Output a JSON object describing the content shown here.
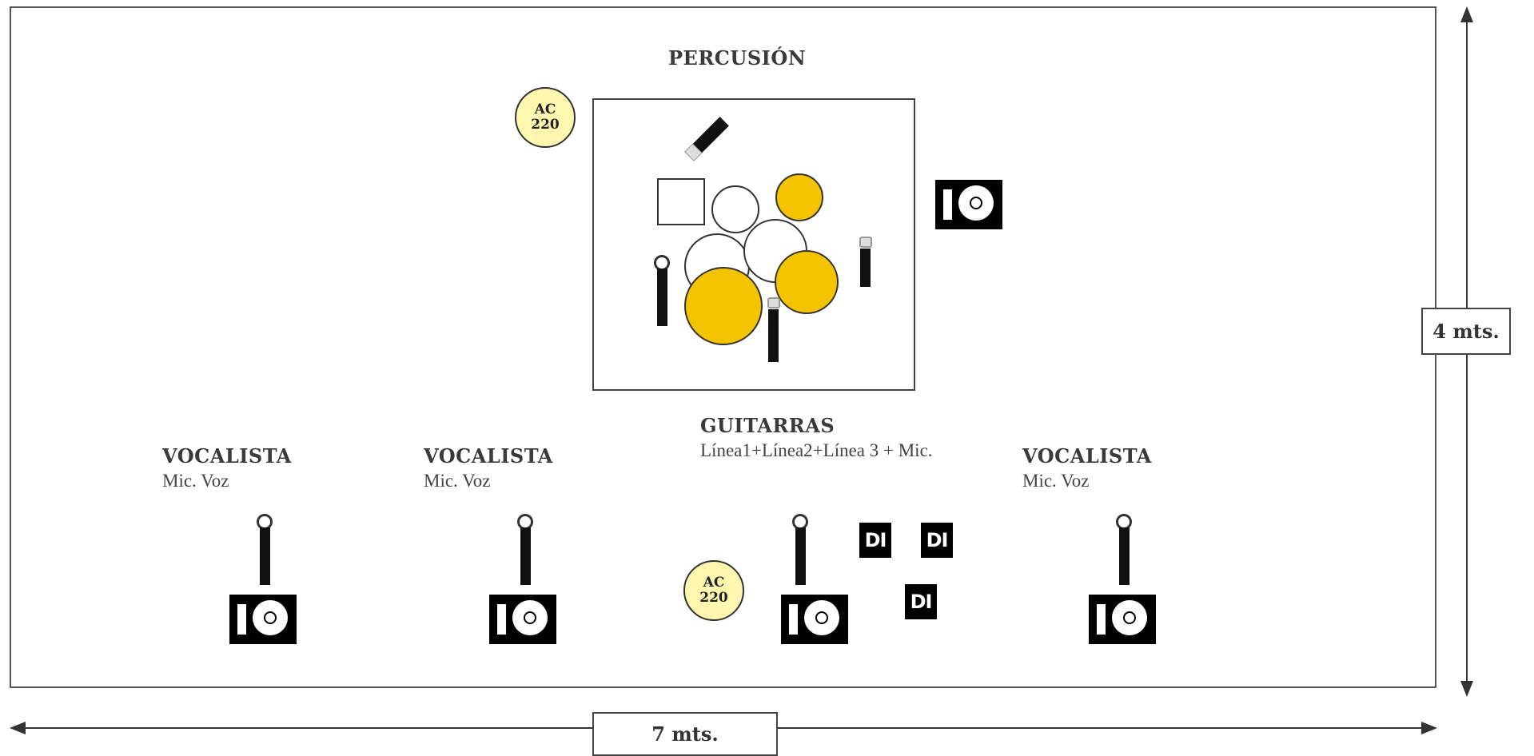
{
  "percussion": {
    "title": "PERCUSIÓN"
  },
  "power_outlets": [
    {
      "line1": "AC",
      "line2": "220"
    },
    {
      "line1": "AC",
      "line2": "220"
    }
  ],
  "vocalists": [
    {
      "title": "VOCALISTA",
      "sub": "Mic. Voz"
    },
    {
      "title": "VOCALISTA",
      "sub": "Mic. Voz"
    },
    {
      "title": "VOCALISTA",
      "sub": "Mic. Voz"
    }
  ],
  "guitars": {
    "title": "GUITARRAS",
    "sub": "Línea1+Línea2+Línea 3 + Mic."
  },
  "di_boxes": [
    "DI",
    "DI",
    "DI"
  ],
  "dimensions": {
    "width": "7 mts.",
    "depth": "4 mts."
  },
  "colors": {
    "drum_accent": "#f5c400",
    "outlet_fill": "#fff6b0",
    "outline": "#444444"
  }
}
